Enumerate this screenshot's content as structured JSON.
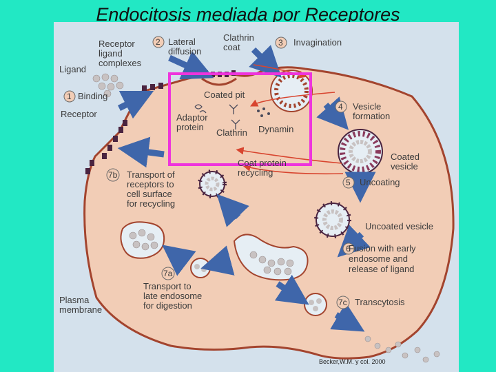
{
  "title": "Endocitosis mediada por Receptores",
  "labels": {
    "receptor_ligand_complexes": [
      "Receptor",
      "ligand",
      "complexes"
    ],
    "ligand": "Ligand",
    "binding": "Binding",
    "receptor": "Receptor",
    "lateral_diffusion": [
      "Lateral",
      "diffusion"
    ],
    "clathrin_coat": [
      "Clathrin",
      "coat"
    ],
    "invagination": "Invagination",
    "coated_pit": "Coated pit",
    "adaptor_protein": [
      "Adaptor",
      "protein"
    ],
    "clathrin": "Clathrin",
    "dynamin": "Dynamin",
    "vesicle_formation": [
      "Vesicle",
      "formation"
    ],
    "coat_protein_recycling": [
      "Coat protein",
      "recycling"
    ],
    "coated_vesicle": [
      "Coated",
      "vesicle"
    ],
    "uncoating": "Uncoating",
    "transport_receptors": [
      "Transport of",
      "receptors to",
      "cell surface",
      "for recycling"
    ],
    "uncoated_vesicle": "Uncoated vesicle",
    "fusion_endosome": [
      "Fusion with early",
      "endosome and",
      "release of ligand"
    ],
    "transport_late_endosome": [
      "Transport to",
      "late endosome",
      "for digestion"
    ],
    "plasma_membrane": [
      "Plasma",
      "membrane"
    ],
    "transcytosis": "Transcytosis",
    "credit": "Becker,W.M. y col. 2000"
  },
  "steps": {
    "s1": "1",
    "s2": "2",
    "s3": "3",
    "s4": "4",
    "s5": "5",
    "s6": "6",
    "s7a": "7a",
    "s7b": "7b",
    "s7c": "7c"
  },
  "colors": {
    "background": "#22e8c4",
    "panel": "#d4e1ec",
    "cytoplasm": "#f2cdb6",
    "membrane": "#a3442e",
    "highlight_box": "#ee34dc",
    "arrow_blue": "#3f66aa",
    "arrow_red": "#d8452f",
    "receptor_purple": "#4a2440",
    "ligand_gray": "#c8c2c2"
  }
}
